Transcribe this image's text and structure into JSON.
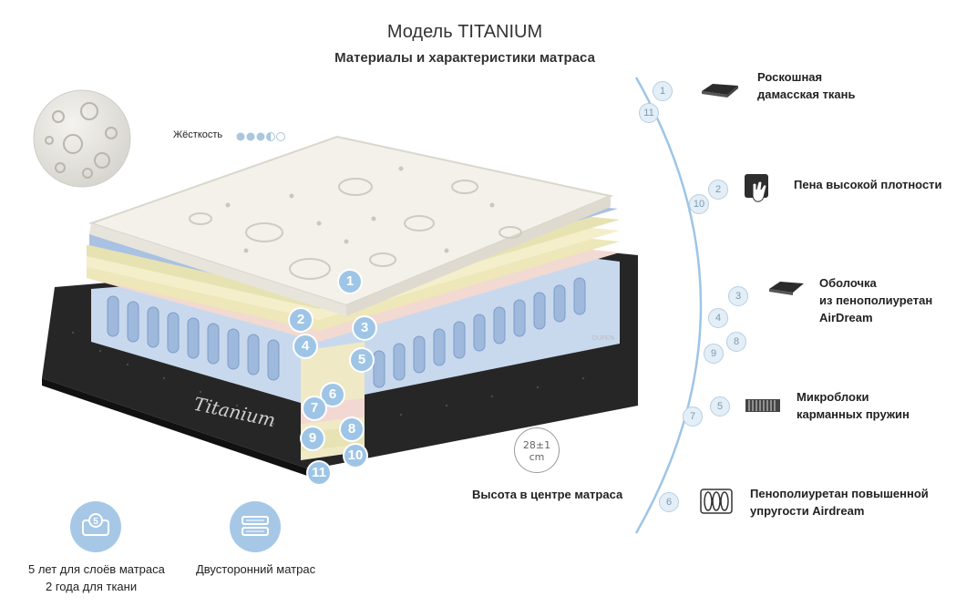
{
  "header": {
    "title": "Модель TITANIUM",
    "subtitle": "Материалы и характеристики матраса"
  },
  "firmness": {
    "label": "Жёсткость",
    "level": 3.5,
    "max": 5
  },
  "brand": {
    "logo_text": "Titanium",
    "side_label": "DUPEN"
  },
  "layer_numbers": [
    "1",
    "2",
    "3",
    "4",
    "5",
    "6",
    "7",
    "8",
    "9",
    "10",
    "11"
  ],
  "arc_markers": [
    {
      "num": "1"
    },
    {
      "num": "11"
    },
    {
      "num": "2"
    },
    {
      "num": "10"
    },
    {
      "num": "3"
    },
    {
      "num": "4"
    },
    {
      "num": "8"
    },
    {
      "num": "9"
    },
    {
      "num": "5"
    },
    {
      "num": "7"
    },
    {
      "num": "6"
    }
  ],
  "features": [
    {
      "label": "Роскошная\nдамасская ткань",
      "icon": "fabric-icon"
    },
    {
      "label": "Пена высокой плотности",
      "icon": "hand-press-icon"
    },
    {
      "label": "Оболочка\nиз пенополиуретан\nAirDream",
      "icon": "foam-shell-icon"
    },
    {
      "label": "Микроблоки\nкарманных пружин",
      "icon": "springs-icon"
    },
    {
      "label": "Пенополиуретан повышенной\nупругости Airdream",
      "icon": "coil-icon"
    }
  ],
  "height": {
    "value": "28±1",
    "unit": "cm",
    "label": "Высота в центре матраса"
  },
  "warranty": {
    "icon_number": "5",
    "line1": "5 лет для слоёв матраса",
    "line2": "2 года для ткани"
  },
  "two_sided": {
    "label": "Двусторонний матрас"
  }
}
